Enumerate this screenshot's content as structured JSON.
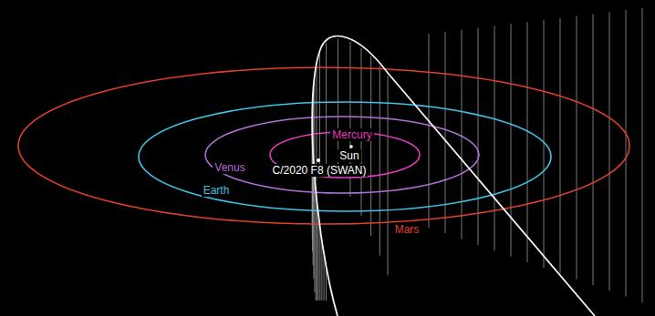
{
  "diagram": {
    "labels": [
      "Mercury",
      "Sun",
      "Venus",
      "C/2020 F8 (SWAN)",
      "Earth",
      "Mars"
    ]
  }
}
